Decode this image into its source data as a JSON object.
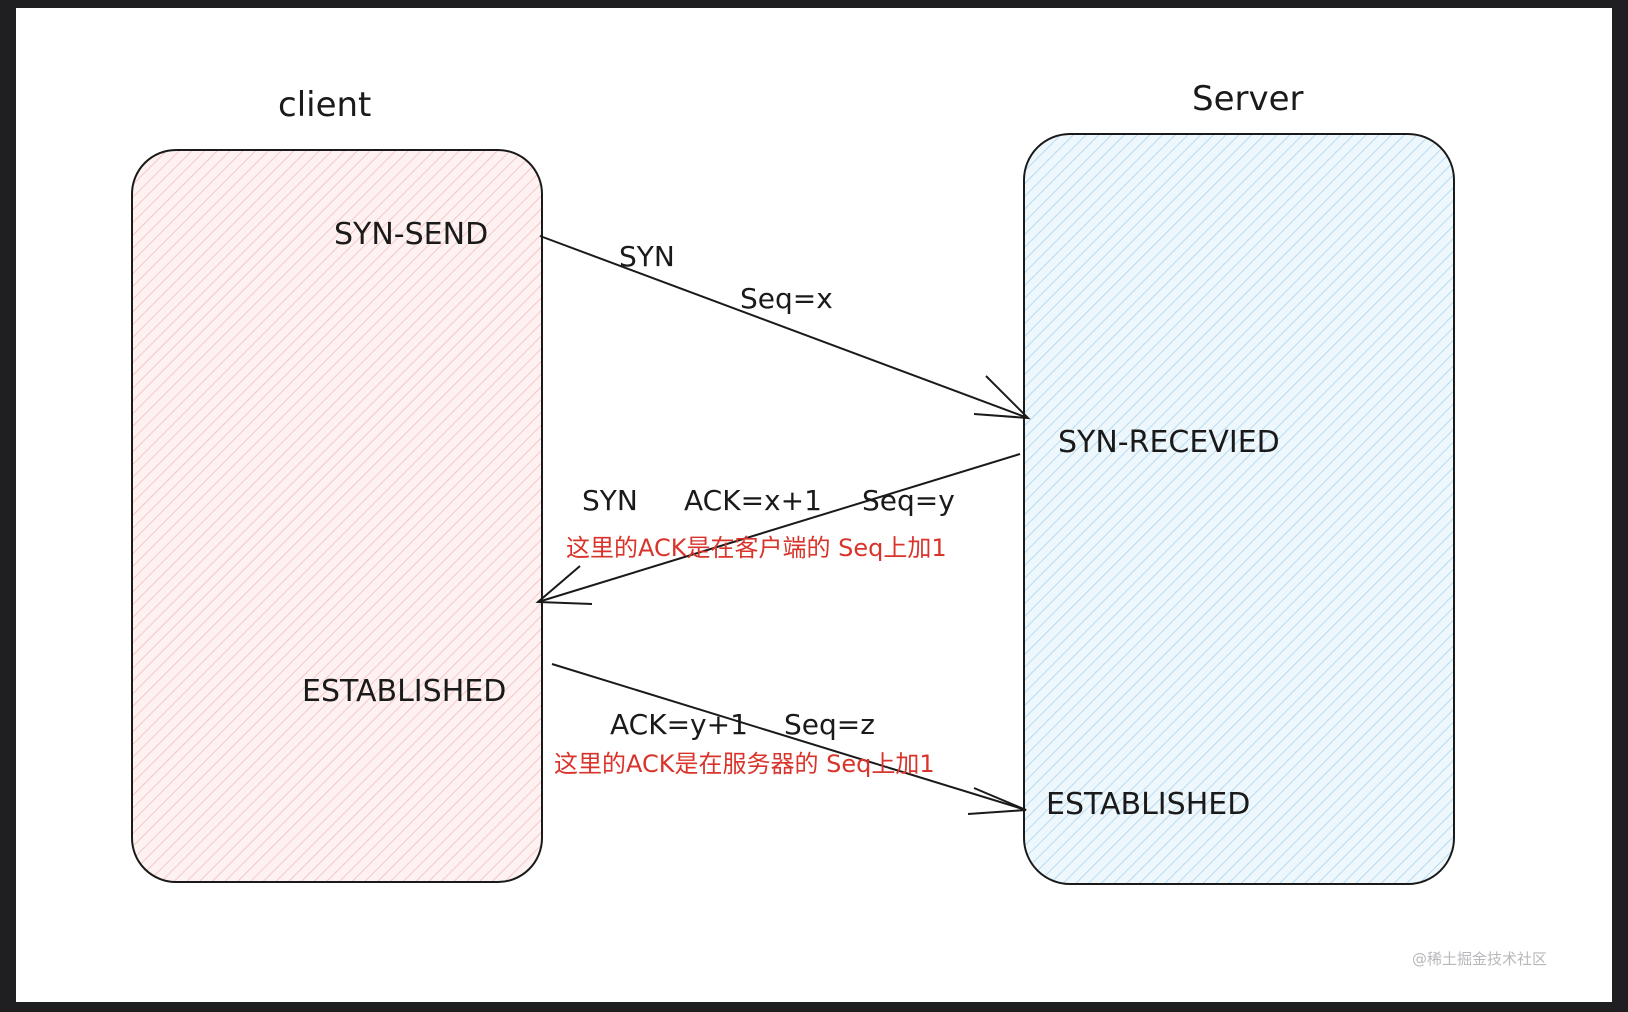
{
  "client": {
    "title": "client",
    "state_top": "SYN-SEND",
    "state_bottom": "ESTABLISHED"
  },
  "server": {
    "title": "Server",
    "state_top": "SYN-RECEVIED",
    "state_bottom": "ESTABLISHED"
  },
  "msg1": {
    "flag": "SYN",
    "seq": "Seq=x"
  },
  "msg2": {
    "flag": "SYN",
    "ack": "ACK=x+1",
    "seq": "Seq=y",
    "note": "这里的ACK是在客户端的 Seq上加1"
  },
  "msg3": {
    "ack": "ACK=y+1",
    "seq": "Seq=z",
    "note": "这里的ACK是在服务器的 Seq上加1"
  },
  "watermark": "@稀土掘金技术社区",
  "colors": {
    "client_fill": "#f7c9c9",
    "server_fill": "#a9d8f0",
    "note": "#d9342b",
    "ink": "#1a1a1a"
  }
}
